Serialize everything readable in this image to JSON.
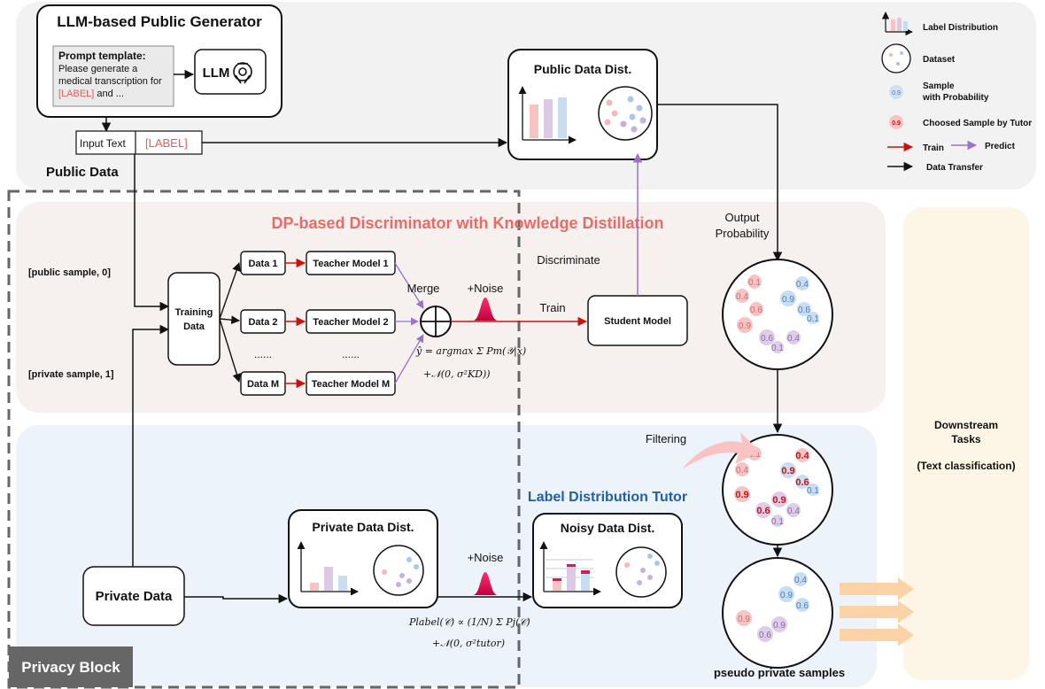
{
  "generator": {
    "title": "LLM-based Public Generator",
    "prompt_title": "Prompt template:",
    "prompt_lines": [
      "Please generate a",
      "medical transcription for"
    ],
    "prompt_label": "[LABEL]",
    "prompt_tail": " and ...",
    "llm": "LLM"
  },
  "input_text": "Input Text",
  "input_label": "[LABEL]",
  "public_data": "Public Data",
  "public_dist": "Public Data Dist.",
  "legend": {
    "label_distribution": "Label Distribution",
    "dataset": "Dataset",
    "sample_line1": "Sample",
    "sample_line2": "with  Probability",
    "sample_value": "0.9",
    "choosed": "Choosed Sample by Tutor",
    "choosed_value": "0.9",
    "train": "Train",
    "predict": "Predict",
    "data_transfer": "Data Transfer"
  },
  "dp_title": "DP-based Discriminator with Knowledge Distillation",
  "public_sample": "[public sample, 0]",
  "private_sample": "[private sample, 1]",
  "training_data": [
    "Training",
    "Data"
  ],
  "data_items": [
    "Data 1",
    "Data 2",
    "Data M"
  ],
  "dots": "......",
  "teachers": [
    "Teacher Model 1",
    "Teacher Model 2",
    "Teacher Model M"
  ],
  "merge": "Merge",
  "noise": "+Noise",
  "train_label": "Train",
  "discriminate": "Discriminate",
  "student": "Student Model",
  "output_prob": [
    "Output",
    "Probability"
  ],
  "kd_formula": [
    "ŷ = argmax Σ Pm(𝒴|x)",
    "+𝒩(0, σ²KD))"
  ],
  "filtering": "Filtering",
  "tutor_title": "Label Distribution Tutor",
  "private_dist": "Private Data Dist.",
  "noisy_dist": "Noisy Data Dist.",
  "private_data": "Private Data",
  "tutor_noise": "+Noise",
  "tutor_formula": [
    "Plabel(𝒞) ∝ (1/N) Σ Pj(𝒞)",
    "+𝒩(0, σ²tutor)"
  ],
  "privacy_block": "Privacy Block",
  "downstream": [
    "Downstream",
    "Tasks",
    "(Text classification)"
  ],
  "pseudo": "pseudo private samples",
  "circle1_values": [
    "0.1",
    "0.4",
    "0.6",
    "0.9",
    "0.4",
    "0.9",
    "0.6",
    "0.1",
    "0.6",
    "0.4",
    "0.1"
  ],
  "circle2_values": [
    "0.1",
    "0.4",
    "0.4",
    "0.9",
    "0.6",
    "0.9",
    "0.1",
    "0.9",
    "0.6",
    "0.4",
    "0.1"
  ],
  "circle3_values": [
    "0.4",
    "0.9",
    "0.6",
    "0.9",
    "0.9",
    "0.6"
  ],
  "colors": {
    "red_arrow": "#d01010",
    "purple_arrow": "#9b72c8",
    "title_red": "#ea6b66",
    "title_blue": "#1f5fa8",
    "label_red": "#e35d5d"
  }
}
